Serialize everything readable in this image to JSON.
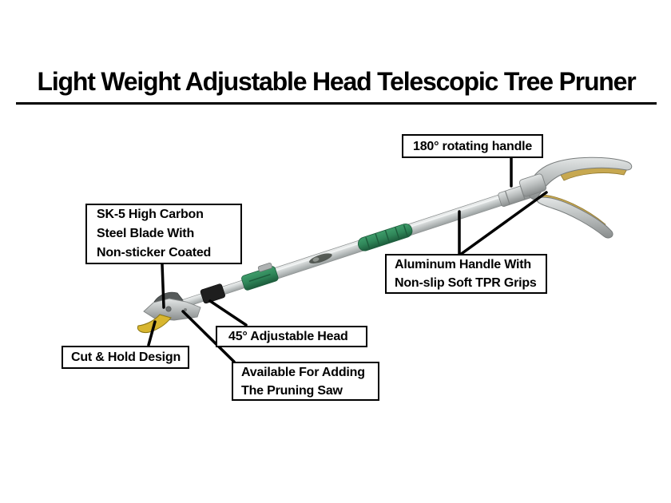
{
  "title": "Light Weight Adjustable Head Telescopic Tree Pruner",
  "callouts": {
    "rotating_handle": "180° rotating handle",
    "blade_line1": "SK-5 High Carbon",
    "blade_line2": "Steel Blade With",
    "blade_line3": "Non-sticker Coated",
    "aluminum_line1": "Aluminum Handle With",
    "aluminum_line2": "Non-slip Soft TPR Grips",
    "adjustable_head": "45° Adjustable Head",
    "cut_hold": "Cut & Hold Design",
    "saw_line1": "Available For Adding",
    "saw_line2": "The Pruning Saw"
  },
  "product": {
    "illustration": "telescopic-tree-pruner",
    "colors": {
      "grip_green": "#2f8659",
      "grip_green_dark": "#1d5c3c",
      "blade_yellow": "#d8b62f",
      "handle_tan": "#c7a850",
      "pole_silver": "#c6caca",
      "pole_silver_dark": "#8f9393",
      "coupler_black": "#1e1e1e",
      "callout_line": "#000000"
    }
  }
}
